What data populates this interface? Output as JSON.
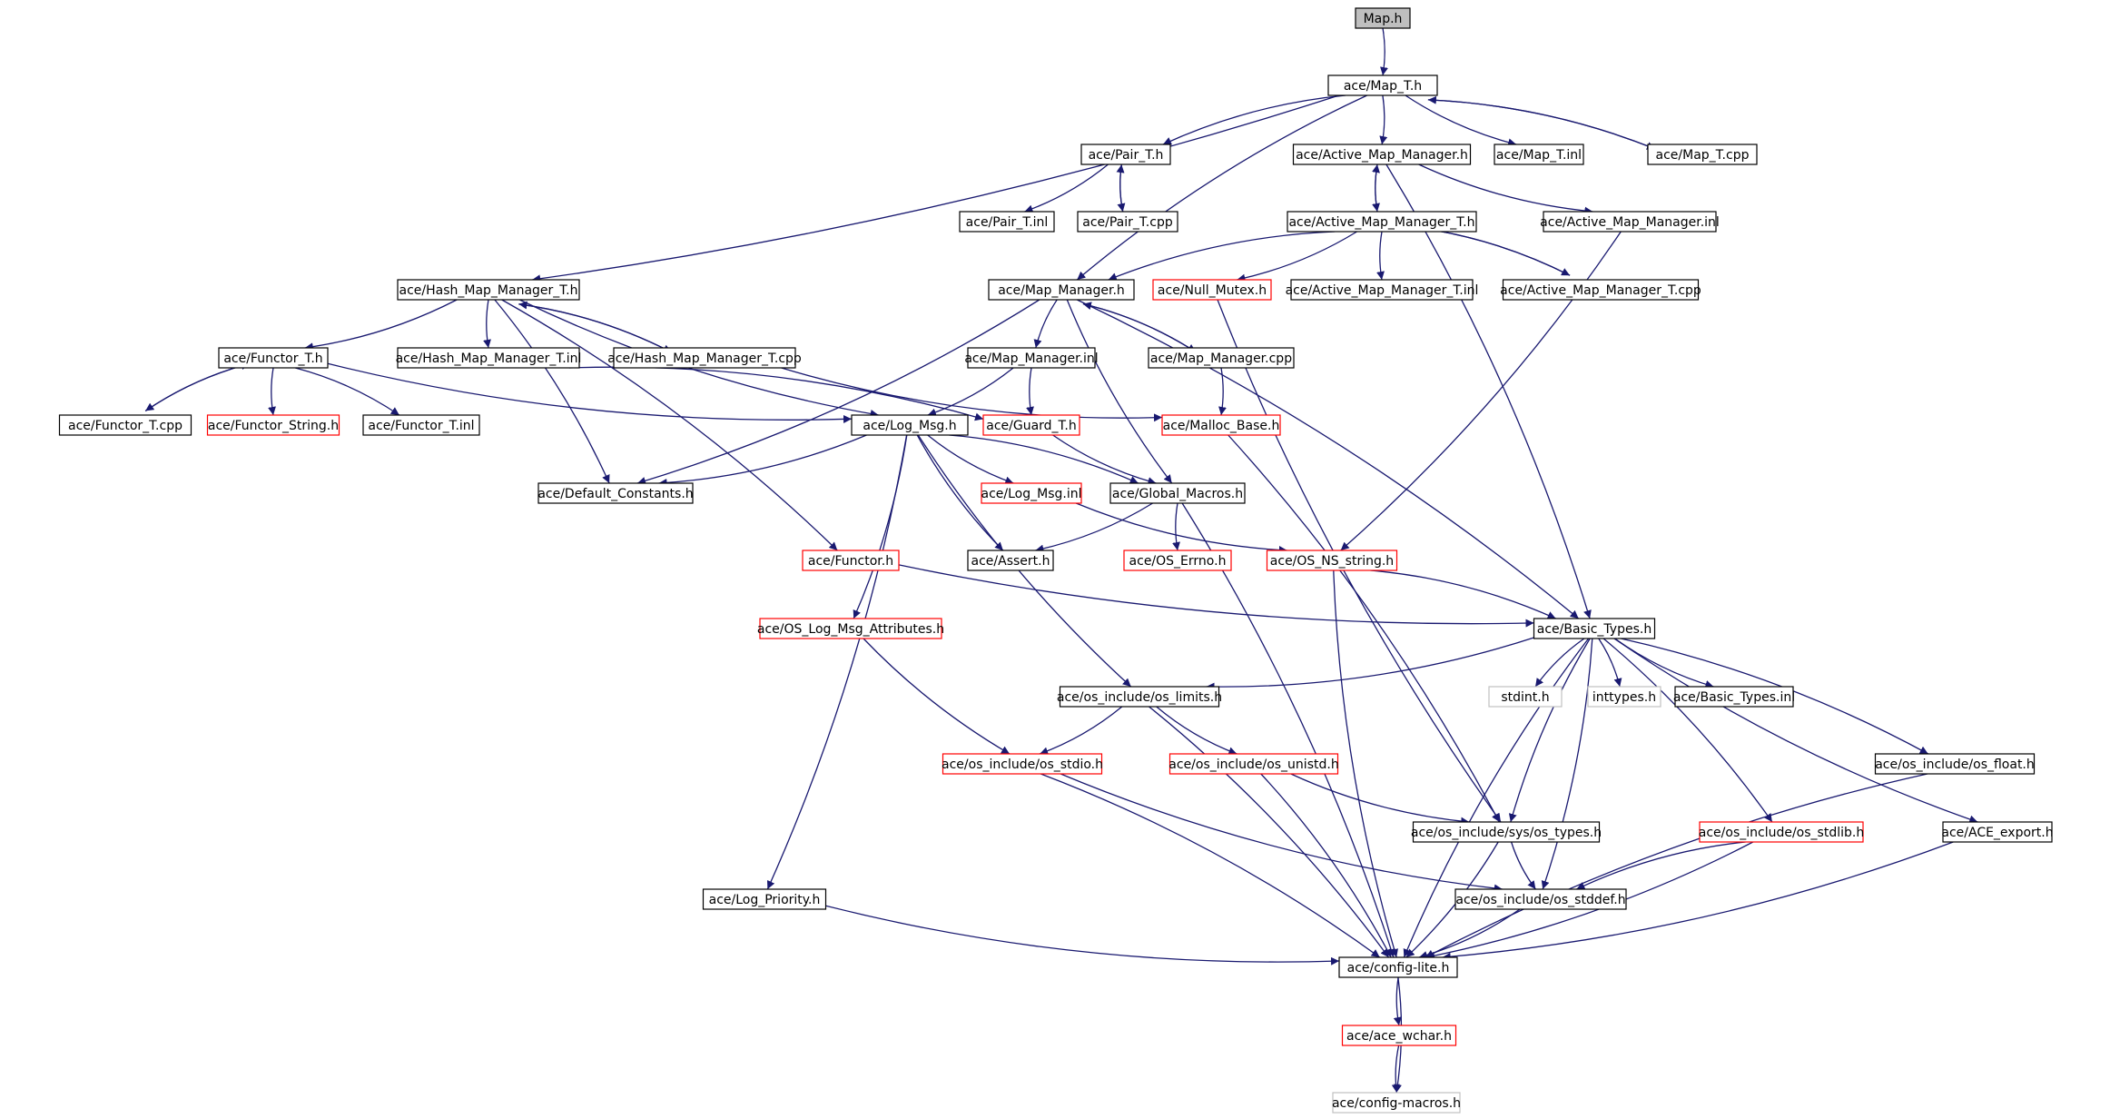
{
  "diagram": {
    "colors": {
      "edge": "#191970",
      "border_normal": "#000000",
      "border_truncated": "#ff0000",
      "border_external": "#c0c0c0",
      "root_fill": "#bfbfbf",
      "text": "#000000"
    },
    "nodes": [
      {
        "id": "n0",
        "label": "Map.h",
        "style": "root"
      },
      {
        "id": "n1",
        "label": "ace/Map_T.h",
        "style": "normal"
      },
      {
        "id": "n2",
        "label": "ace/Pair_T.h",
        "style": "normal"
      },
      {
        "id": "n3",
        "label": "ace/Active_Map_Manager.h",
        "style": "normal"
      },
      {
        "id": "n4",
        "label": "ace/Map_T.inl",
        "style": "normal"
      },
      {
        "id": "n5",
        "label": "ace/Map_T.cpp",
        "style": "normal"
      },
      {
        "id": "n6",
        "label": "ace/Pair_T.inl",
        "style": "normal"
      },
      {
        "id": "n7",
        "label": "ace/Pair_T.cpp",
        "style": "normal"
      },
      {
        "id": "n8",
        "label": "ace/Active_Map_Manager_T.h",
        "style": "normal"
      },
      {
        "id": "n9",
        "label": "ace/Active_Map_Manager.inl",
        "style": "normal"
      },
      {
        "id": "n10",
        "label": "ace/Hash_Map_Manager_T.h",
        "style": "normal"
      },
      {
        "id": "n11",
        "label": "ace/Map_Manager.h",
        "style": "normal"
      },
      {
        "id": "n12",
        "label": "ace/Null_Mutex.h",
        "style": "truncated"
      },
      {
        "id": "n13",
        "label": "ace/Active_Map_Manager_T.inl",
        "style": "normal"
      },
      {
        "id": "n14",
        "label": "ace/Active_Map_Manager_T.cpp",
        "style": "normal"
      },
      {
        "id": "n15",
        "label": "ace/Functor_T.h",
        "style": "normal"
      },
      {
        "id": "n16",
        "label": "ace/Hash_Map_Manager_T.inl",
        "style": "normal"
      },
      {
        "id": "n17",
        "label": "ace/Hash_Map_Manager_T.cpp",
        "style": "normal"
      },
      {
        "id": "n18",
        "label": "ace/Map_Manager.inl",
        "style": "normal"
      },
      {
        "id": "n19",
        "label": "ace/Map_Manager.cpp",
        "style": "normal"
      },
      {
        "id": "n20",
        "label": "ace/Functor_T.cpp",
        "style": "normal"
      },
      {
        "id": "n21",
        "label": "ace/Functor_String.h",
        "style": "truncated"
      },
      {
        "id": "n22",
        "label": "ace/Functor_T.inl",
        "style": "normal"
      },
      {
        "id": "n23",
        "label": "ace/Log_Msg.h",
        "style": "normal"
      },
      {
        "id": "n24",
        "label": "ace/Guard_T.h",
        "style": "truncated"
      },
      {
        "id": "n25",
        "label": "ace/Malloc_Base.h",
        "style": "truncated"
      },
      {
        "id": "n26",
        "label": "ace/Default_Constants.h",
        "style": "normal"
      },
      {
        "id": "n27",
        "label": "ace/Log_Msg.inl",
        "style": "truncated"
      },
      {
        "id": "n28",
        "label": "ace/Global_Macros.h",
        "style": "normal"
      },
      {
        "id": "n29",
        "label": "ace/Functor.h",
        "style": "truncated"
      },
      {
        "id": "n30",
        "label": "ace/Assert.h",
        "style": "normal"
      },
      {
        "id": "n31",
        "label": "ace/OS_Errno.h",
        "style": "truncated"
      },
      {
        "id": "n32",
        "label": "ace/OS_NS_string.h",
        "style": "truncated"
      },
      {
        "id": "n33",
        "label": "ace/OS_Log_Msg_Attributes.h",
        "style": "truncated"
      },
      {
        "id": "n34",
        "label": "ace/Basic_Types.h",
        "style": "normal"
      },
      {
        "id": "n35",
        "label": "ace/os_include/os_limits.h",
        "style": "normal"
      },
      {
        "id": "n36",
        "label": "stdint.h",
        "style": "external"
      },
      {
        "id": "n37",
        "label": "inttypes.h",
        "style": "external"
      },
      {
        "id": "n38",
        "label": "ace/Basic_Types.inl",
        "style": "normal"
      },
      {
        "id": "n39",
        "label": "ace/os_include/os_stdio.h",
        "style": "truncated"
      },
      {
        "id": "n40",
        "label": "ace/os_include/os_unistd.h",
        "style": "truncated"
      },
      {
        "id": "n41",
        "label": "ace/os_include/os_float.h",
        "style": "normal"
      },
      {
        "id": "n42",
        "label": "ace/os_include/sys/os_types.h",
        "style": "normal"
      },
      {
        "id": "n43",
        "label": "ace/os_include/os_stdlib.h",
        "style": "truncated"
      },
      {
        "id": "n44",
        "label": "ace/ACE_export.h",
        "style": "normal"
      },
      {
        "id": "n45",
        "label": "ace/Log_Priority.h",
        "style": "normal"
      },
      {
        "id": "n46",
        "label": "ace/os_include/os_stddef.h",
        "style": "normal"
      },
      {
        "id": "n47",
        "label": "ace/config-lite.h",
        "style": "normal"
      },
      {
        "id": "n48",
        "label": "ace/ace_wchar.h",
        "style": "truncated"
      },
      {
        "id": "n49",
        "label": "ace/config-macros.h",
        "style": "external"
      }
    ],
    "edges": [
      [
        "n0",
        "n1"
      ],
      [
        "n1",
        "n2"
      ],
      [
        "n1",
        "n3"
      ],
      [
        "n1",
        "n4"
      ],
      [
        "n1",
        "n5"
      ],
      [
        "n5",
        "n1"
      ],
      [
        "n1",
        "n10"
      ],
      [
        "n1",
        "n11"
      ],
      [
        "n2",
        "n6"
      ],
      [
        "n2",
        "n7"
      ],
      [
        "n7",
        "n2"
      ],
      [
        "n3",
        "n8"
      ],
      [
        "n8",
        "n3"
      ],
      [
        "n3",
        "n9"
      ],
      [
        "n3",
        "n34"
      ],
      [
        "n8",
        "n11"
      ],
      [
        "n8",
        "n12"
      ],
      [
        "n8",
        "n13"
      ],
      [
        "n8",
        "n14"
      ],
      [
        "n14",
        "n8"
      ],
      [
        "n10",
        "n15"
      ],
      [
        "n10",
        "n16"
      ],
      [
        "n10",
        "n17"
      ],
      [
        "n17",
        "n10"
      ],
      [
        "n10",
        "n26"
      ],
      [
        "n10",
        "n23"
      ],
      [
        "n10",
        "n29"
      ],
      [
        "n11",
        "n18"
      ],
      [
        "n11",
        "n19"
      ],
      [
        "n19",
        "n11"
      ],
      [
        "n11",
        "n26"
      ],
      [
        "n11",
        "n28"
      ],
      [
        "n11",
        "n34"
      ],
      [
        "n15",
        "n20"
      ],
      [
        "n20",
        "n15"
      ],
      [
        "n15",
        "n21"
      ],
      [
        "n15",
        "n22"
      ],
      [
        "n15",
        "n23"
      ],
      [
        "n16",
        "n24"
      ],
      [
        "n17",
        "n25"
      ],
      [
        "n18",
        "n23"
      ],
      [
        "n18",
        "n24"
      ],
      [
        "n19",
        "n25"
      ],
      [
        "n24",
        "n28"
      ],
      [
        "n23",
        "n26"
      ],
      [
        "n23",
        "n27"
      ],
      [
        "n23",
        "n28"
      ],
      [
        "n23",
        "n30"
      ],
      [
        "n23",
        "n33"
      ],
      [
        "n23",
        "n35"
      ],
      [
        "n23",
        "n45"
      ],
      [
        "n27",
        "n32"
      ],
      [
        "n28",
        "n30"
      ],
      [
        "n28",
        "n31"
      ],
      [
        "n28",
        "n47"
      ],
      [
        "n29",
        "n34"
      ],
      [
        "n32",
        "n34"
      ],
      [
        "n32",
        "n47"
      ],
      [
        "n9",
        "n32"
      ],
      [
        "n12",
        "n42"
      ],
      [
        "n25",
        "n42"
      ],
      [
        "n33",
        "n39"
      ],
      [
        "n34",
        "n35"
      ],
      [
        "n34",
        "n36"
      ],
      [
        "n34",
        "n37"
      ],
      [
        "n34",
        "n38"
      ],
      [
        "n34",
        "n41"
      ],
      [
        "n34",
        "n42"
      ],
      [
        "n34",
        "n43"
      ],
      [
        "n34",
        "n44"
      ],
      [
        "n34",
        "n46"
      ],
      [
        "n34",
        "n47"
      ],
      [
        "n35",
        "n39"
      ],
      [
        "n35",
        "n40"
      ],
      [
        "n35",
        "n47"
      ],
      [
        "n39",
        "n46"
      ],
      [
        "n39",
        "n47"
      ],
      [
        "n40",
        "n42"
      ],
      [
        "n40",
        "n47"
      ],
      [
        "n42",
        "n46"
      ],
      [
        "n42",
        "n47"
      ],
      [
        "n43",
        "n46"
      ],
      [
        "n43",
        "n47"
      ],
      [
        "n41",
        "n47"
      ],
      [
        "n44",
        "n47"
      ],
      [
        "n45",
        "n47"
      ],
      [
        "n46",
        "n47"
      ],
      [
        "n47",
        "n48"
      ],
      [
        "n47",
        "n49"
      ],
      [
        "n48",
        "n49"
      ]
    ]
  }
}
